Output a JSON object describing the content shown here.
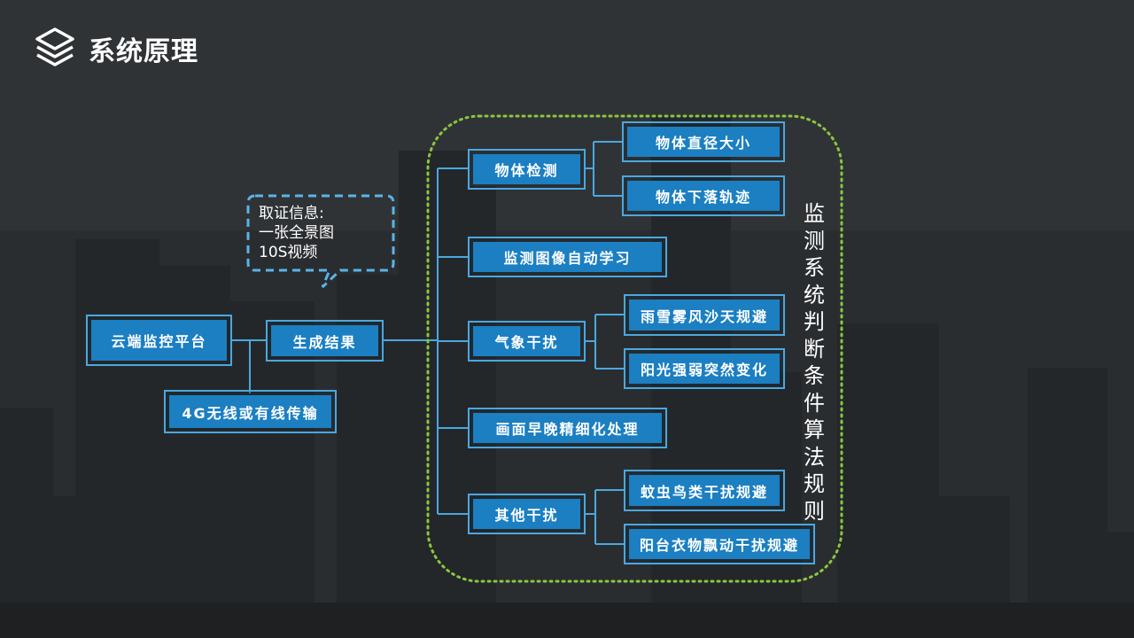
{
  "header": {
    "title": "系统原理",
    "icon": "layers-icon"
  },
  "nodes": {
    "cloud": "云端监控平台",
    "transmission": "4G无线或有线传输",
    "result": "生成结果",
    "object_detection": "物体检测",
    "object_size": "物体直径大小",
    "object_trajectory": "物体下落轨迹",
    "self_learning": "监测图像自动学习",
    "weather": "气象干扰",
    "weather_avoid": "雨雪雾风沙天规避",
    "sunlight": "阳光强弱突然变化",
    "refinement": "画面早晚精细化处理",
    "other": "其他干扰",
    "insects": "蚊虫鸟类干扰规避",
    "clothes": "阳台衣物飘动干扰规避"
  },
  "bubble": {
    "lines": [
      "取证信息:",
      "一张全景图",
      "10S视频"
    ]
  },
  "group_label": "监测系统判断条件算法规则",
  "colors": {
    "box_fill": "#1b7fc2",
    "box_border": "#4aa8e0",
    "group_border": "#8cc63f",
    "bubble_border": "#5ab4e8"
  }
}
